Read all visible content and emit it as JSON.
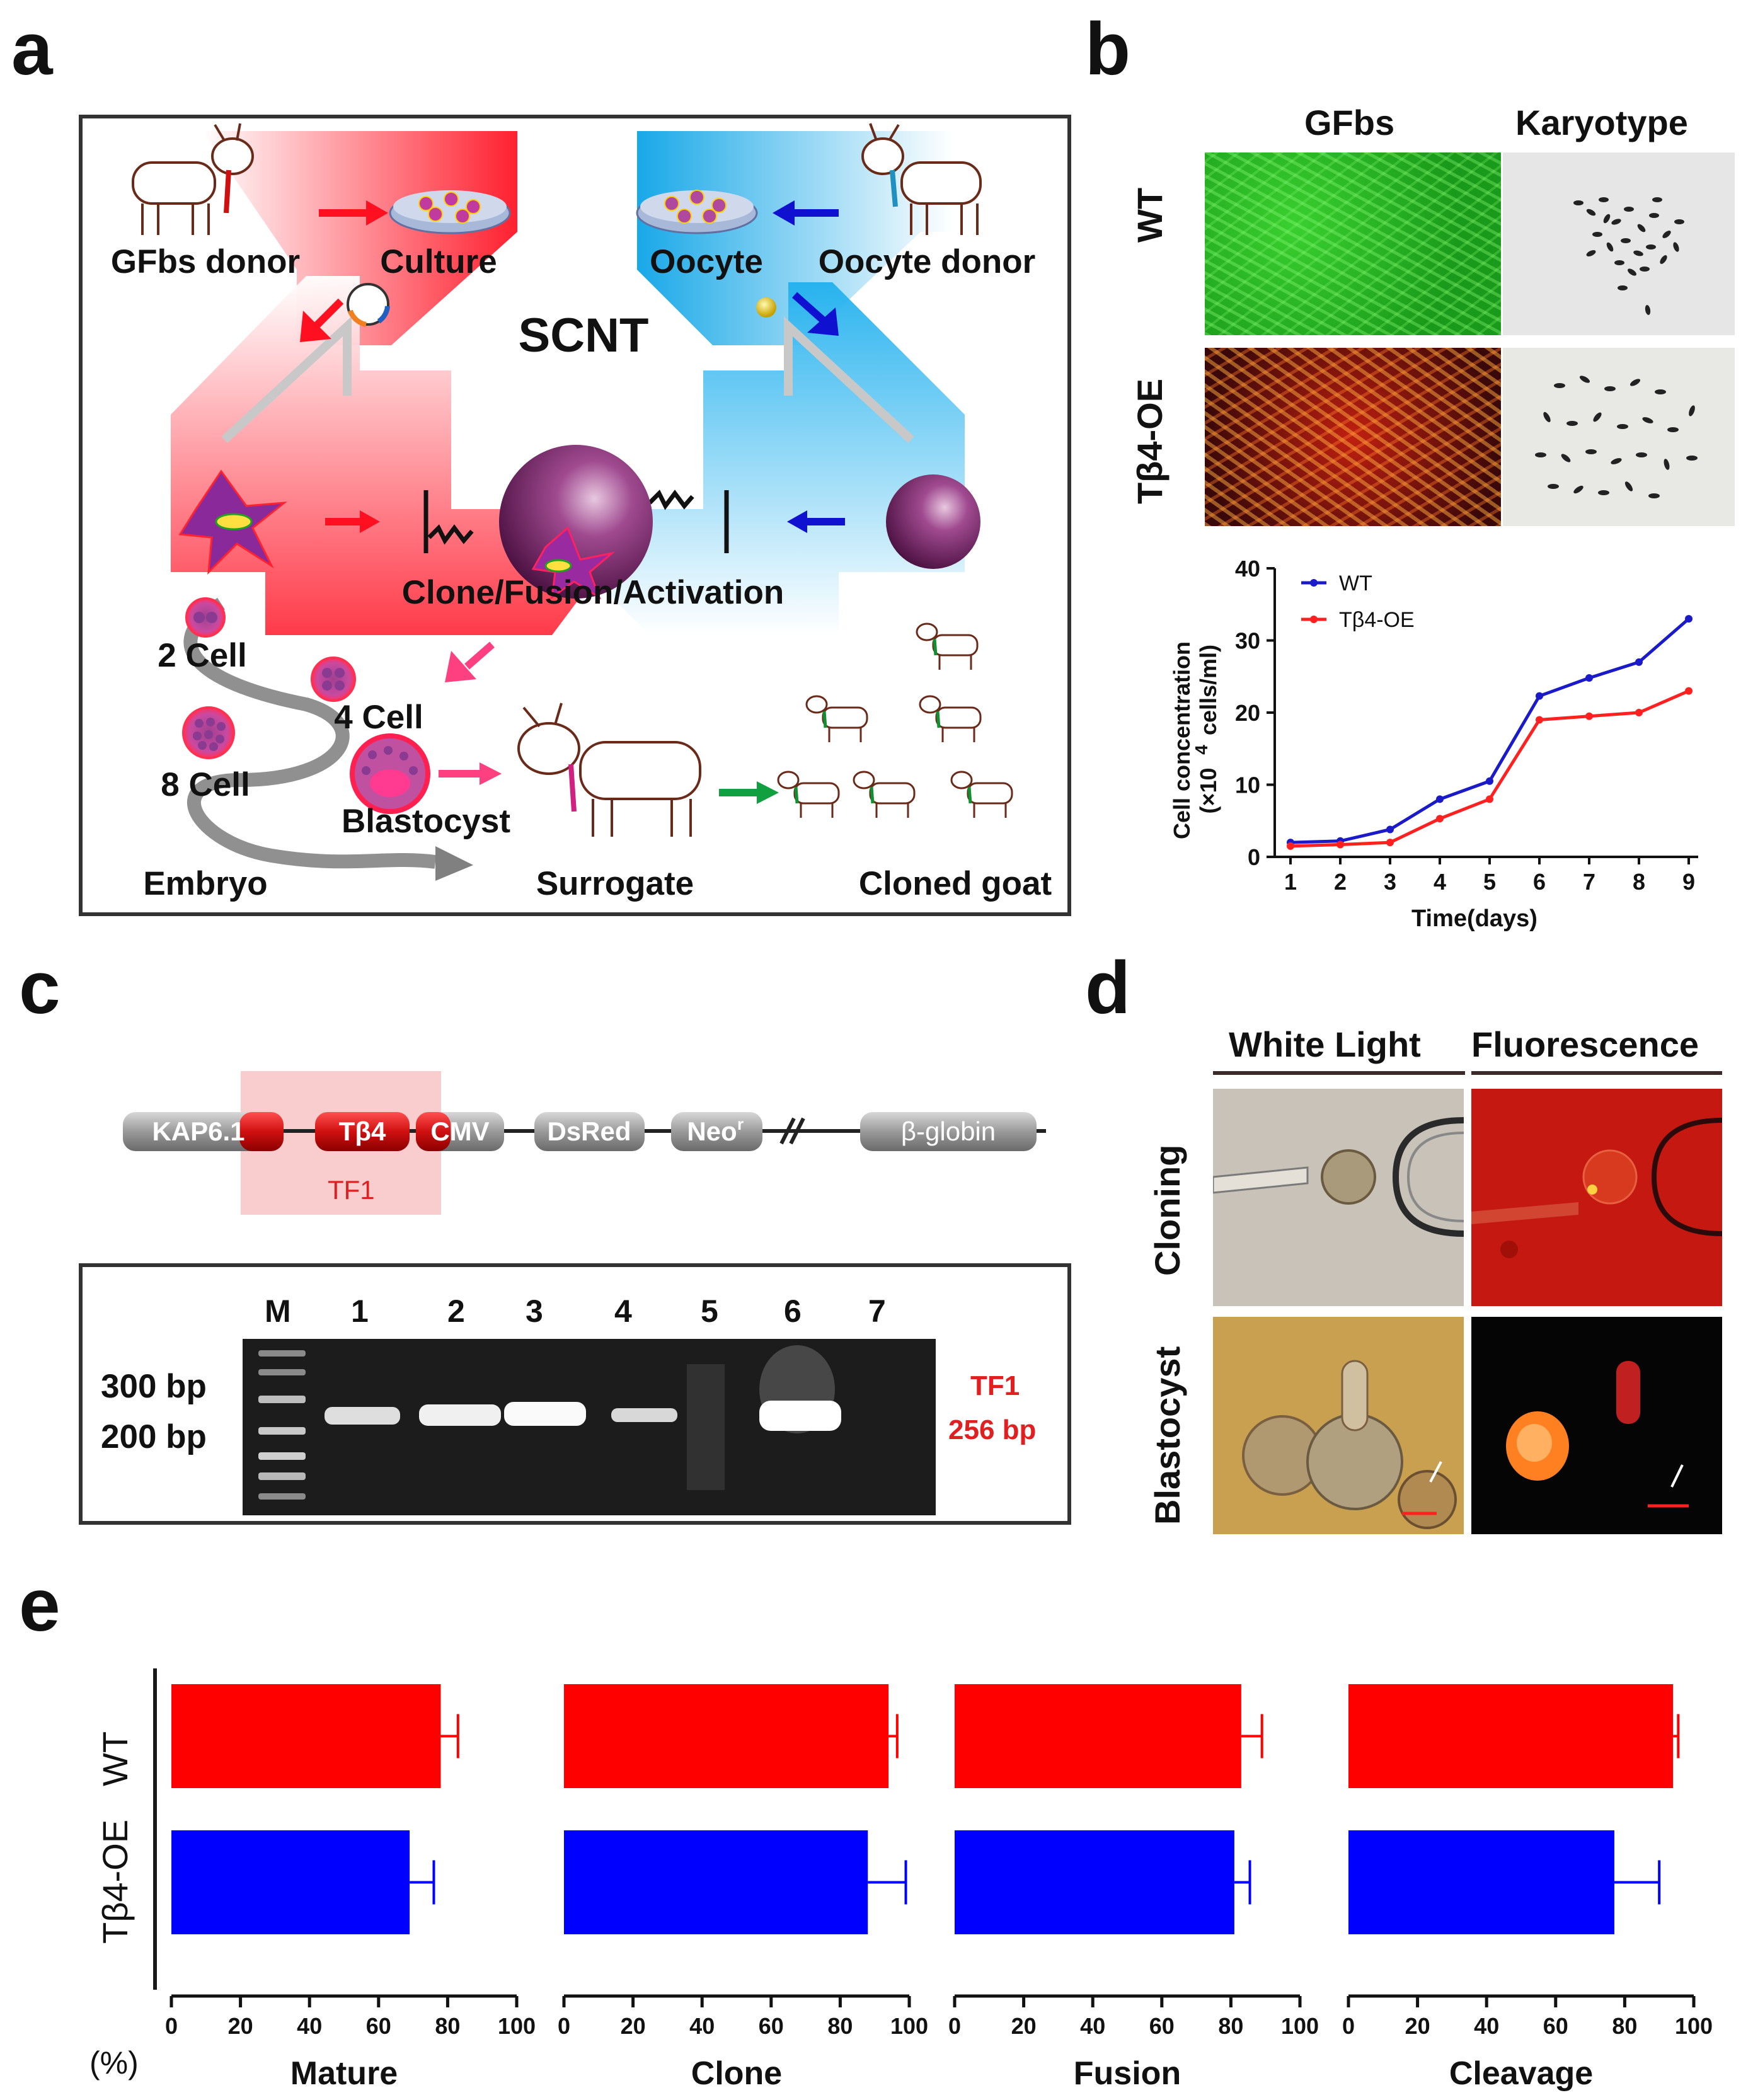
{
  "panel_letters": {
    "a": "a",
    "b": "b",
    "c": "c",
    "d": "d",
    "e": "e"
  },
  "panel_a": {
    "title": "SCNT",
    "labels": {
      "gfbs_donor": "GFbs donor",
      "culture": "Culture",
      "oocyte": "Oocyte",
      "oocyte_donor": "Oocyte donor",
      "clone_fusion": "Clone/Fusion/Activation",
      "cell2": "2 Cell",
      "cell4": "4 Cell",
      "cell8": "8 Cell",
      "blastocyst": "Blastocyst",
      "embryo": "Embryo",
      "surrogate": "Surrogate",
      "cloned_goat": "Cloned goat"
    }
  },
  "panel_b": {
    "col_gfbs": "GFbs",
    "col_karyotype": "Karyotype",
    "row_wt": "WT",
    "row_oe": "Tβ4-OE",
    "colors": {
      "wt": "#1a1ac8",
      "oe": "#ff2020"
    }
  },
  "panel_c": {
    "segments": [
      "KAP6.1",
      "Tβ4",
      "CMV",
      "DsRed",
      "Neo",
      "β-globin"
    ],
    "neo_sup": "r",
    "tf_label": "TF1",
    "gel_lanes": [
      "M",
      "1",
      "2",
      "3",
      "4",
      "5",
      "6",
      "7"
    ],
    "ladder_300": "300 bp",
    "ladder_200": "200 bp",
    "band_name": "TF1",
    "band_size": "256 bp"
  },
  "panel_d": {
    "col_white": "White Light",
    "col_fluor": "Fluorescence",
    "row_cloning": "Cloning",
    "row_blastocyst": "Blastocyst"
  },
  "panel_e": {
    "row_wt": "WT",
    "row_oe": "Tβ4-OE",
    "unit": "(%)",
    "colors": {
      "wt": "#ff0000",
      "oe": "#0000ff"
    }
  },
  "chart_data": [
    {
      "type": "line",
      "title": "",
      "xlabel": "Time(days)",
      "ylabel": "Cell concentration (×10 4 cells/ml)",
      "ylabel_line1": "Cell concentration",
      "ylabel_line2a": "(×10",
      "ylabel_line2b": "4",
      "ylabel_line2c": "cells/ml)",
      "x": [
        1,
        2,
        3,
        4,
        5,
        6,
        7,
        8,
        9
      ],
      "xlim": [
        1,
        9
      ],
      "ylim": [
        0,
        40
      ],
      "yticks": [
        0,
        10,
        20,
        30,
        40
      ],
      "legend_position": "top-left",
      "series": [
        {
          "name": "WT",
          "color": "#1a1ac8",
          "values": [
            2.0,
            2.2,
            3.8,
            8.0,
            10.5,
            22.3,
            24.8,
            27.0,
            33.0
          ]
        },
        {
          "name": "Tβ4-OE",
          "color": "#ff2020",
          "values": [
            1.5,
            1.7,
            2.0,
            5.3,
            8.0,
            19.0,
            19.5,
            20.0,
            23.0
          ]
        }
      ]
    },
    {
      "type": "bar",
      "orientation": "horizontal",
      "subplots": [
        {
          "xlabel": "Mature",
          "xlim": [
            0,
            100
          ],
          "xticks": [
            0,
            20,
            40,
            60,
            80,
            100
          ],
          "values": {
            "WT": 78,
            "Tβ4-OE": 69
          },
          "errors": {
            "WT": 5,
            "Tβ4-OE": 7
          }
        },
        {
          "xlabel": "Clone",
          "xlim": [
            0,
            100
          ],
          "xticks": [
            0,
            20,
            40,
            60,
            80,
            100
          ],
          "values": {
            "WT": 94,
            "Tβ4-OE": 88
          },
          "errors": {
            "WT": 2.5,
            "Tβ4-OE": 11
          }
        },
        {
          "xlabel": "Fusion",
          "xlim": [
            0,
            100
          ],
          "xticks": [
            0,
            20,
            40,
            60,
            80,
            100
          ],
          "values": {
            "WT": 83,
            "Tβ4-OE": 81
          },
          "errors": {
            "WT": 6,
            "Tβ4-OE": 4.5
          }
        },
        {
          "xlabel": "Cleavage",
          "xlim": [
            0,
            100
          ],
          "xticks": [
            0,
            20,
            40,
            60,
            80,
            100
          ],
          "values": {
            "WT": 94,
            "Tβ4-OE": 77
          },
          "errors": {
            "WT": 1.5,
            "Tβ4-OE": 13
          }
        }
      ],
      "categories": [
        "WT",
        "Tβ4-OE"
      ]
    }
  ]
}
